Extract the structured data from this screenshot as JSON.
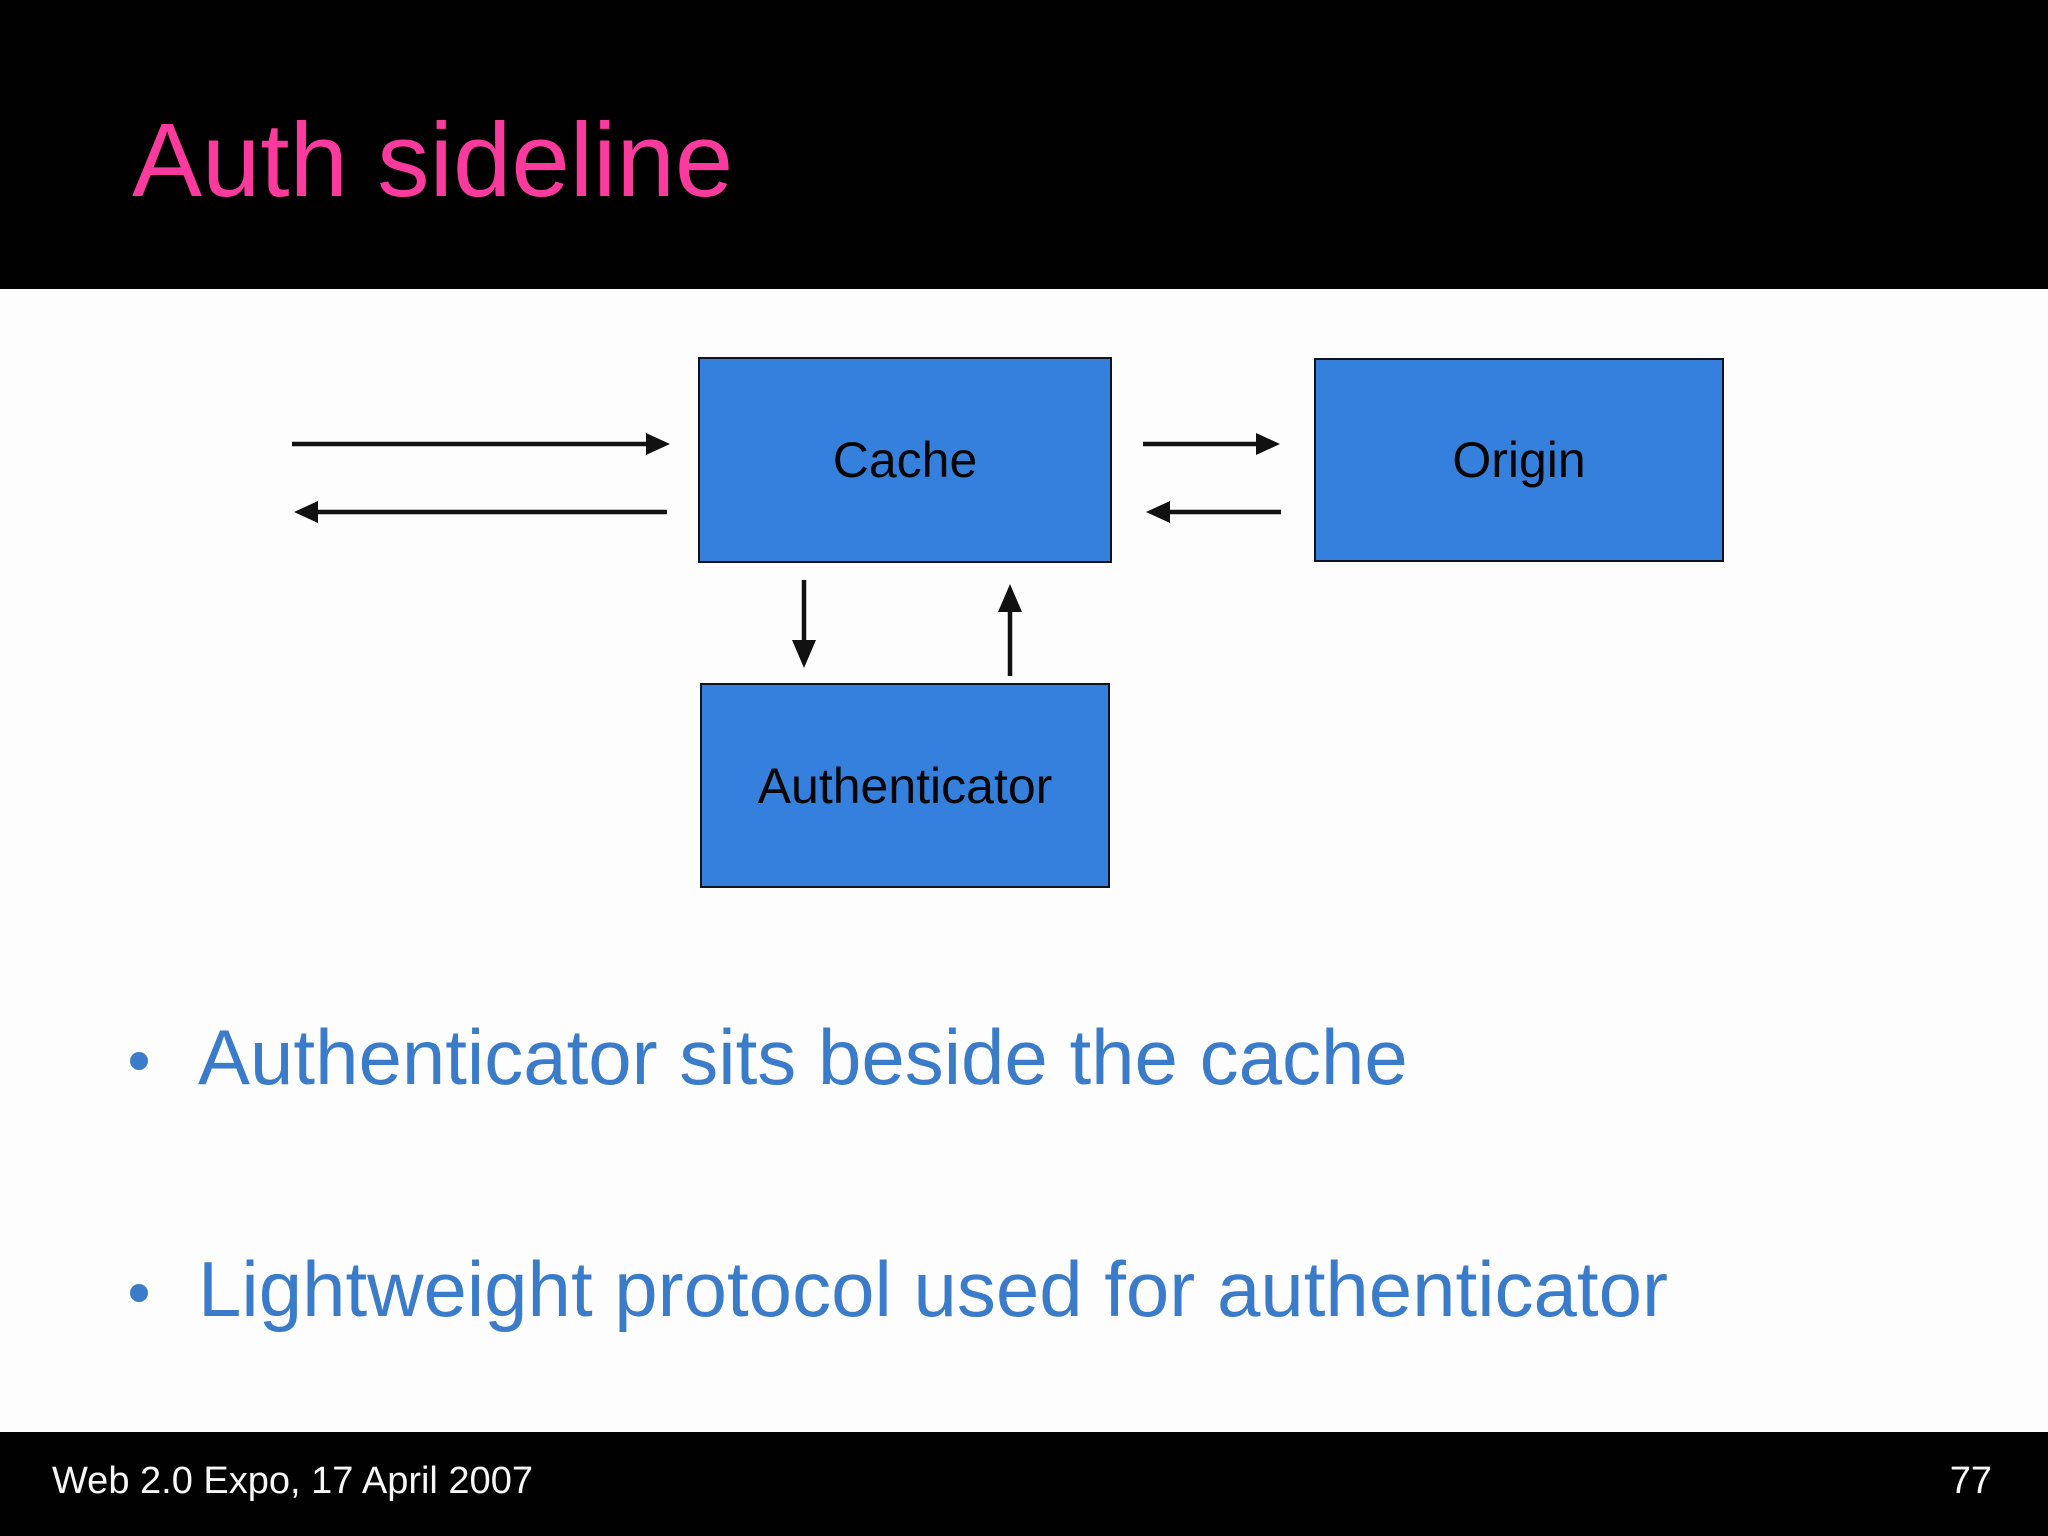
{
  "slide": {
    "title": "Auth sideline",
    "diagram": {
      "cache_label": "Cache",
      "origin_label": "Origin",
      "authenticator_label": "Authenticator"
    },
    "bullets": [
      "Authenticator sits beside the cache",
      "Lightweight protocol used for authenticator"
    ],
    "footer": {
      "left": "Web 2.0 Expo, 17 April 2007",
      "page_number": "77"
    },
    "colors": {
      "title_pink": "#fa3a9d",
      "box_blue": "#3580dd",
      "bullet_blue": "#3a7cc9",
      "band_black": "#010101",
      "background_white": "#fdfdfe"
    }
  }
}
